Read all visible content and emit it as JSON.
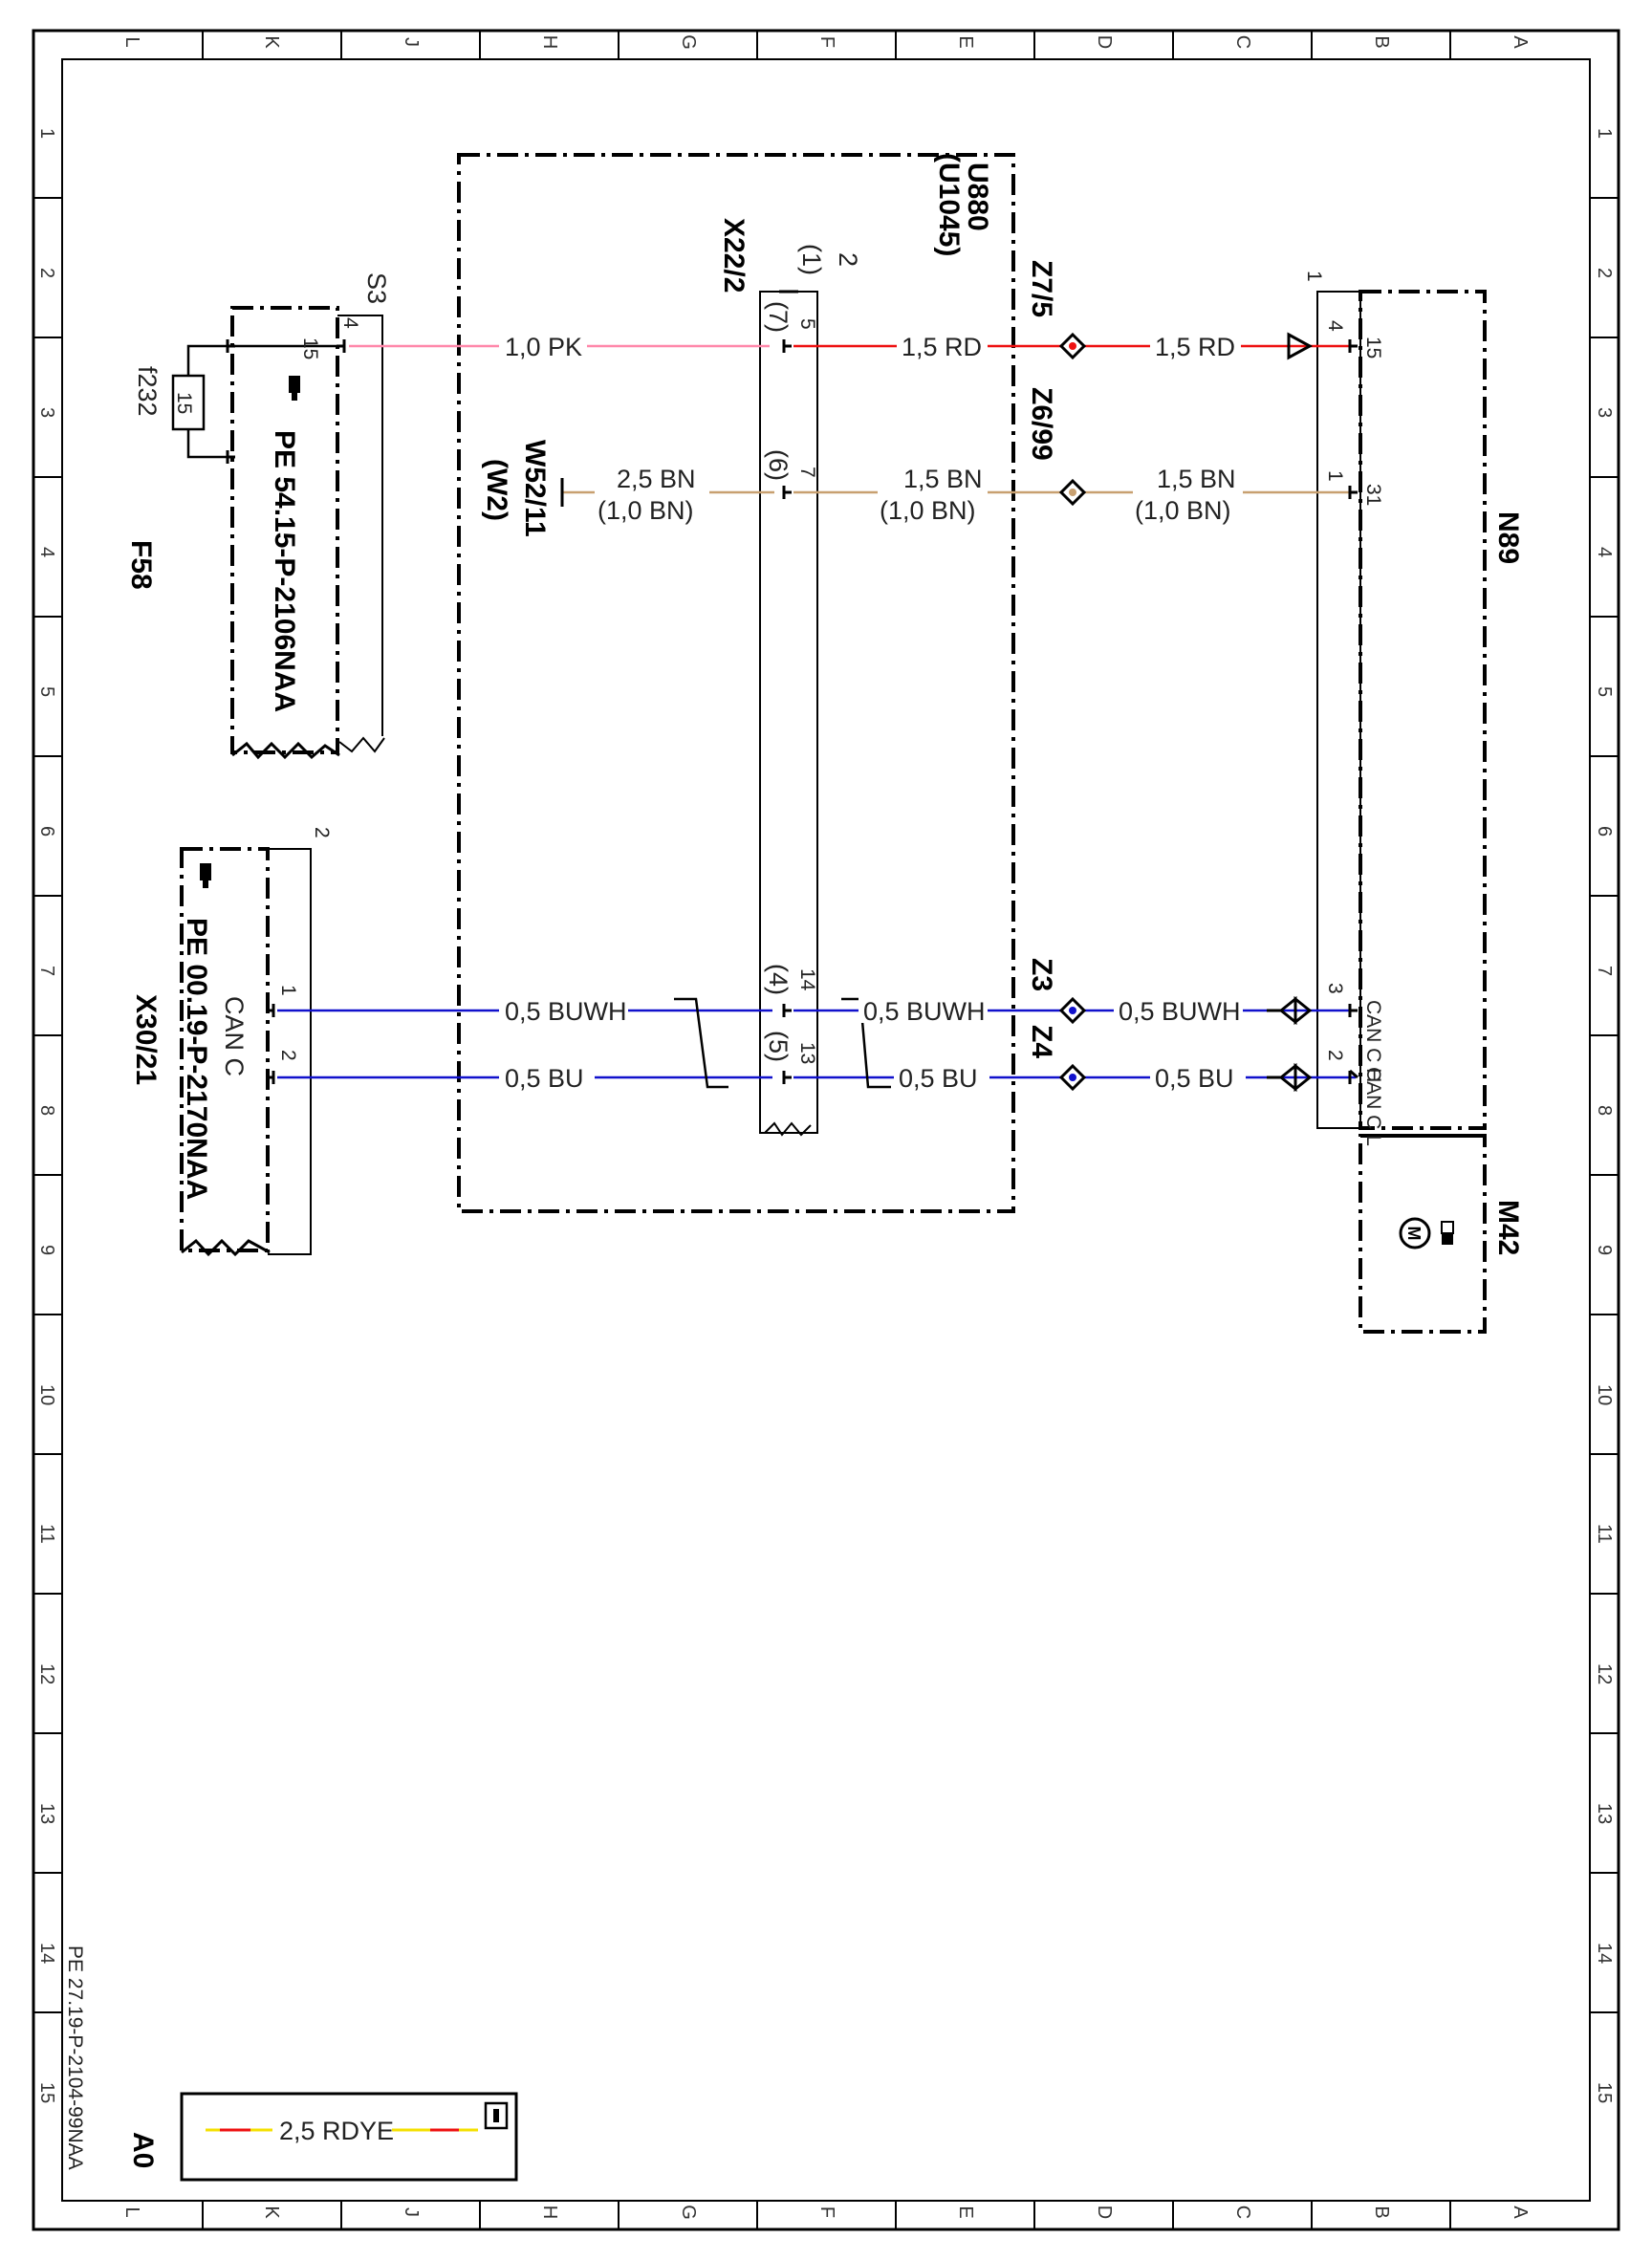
{
  "grid": {
    "columns": [
      "L",
      "K",
      "J",
      "H",
      "G",
      "F",
      "E",
      "D",
      "C",
      "B",
      "A"
    ],
    "rows": [
      "1",
      "2",
      "3",
      "4",
      "5",
      "6",
      "7",
      "8",
      "9",
      "10",
      "11",
      "12",
      "13",
      "14",
      "15"
    ]
  },
  "components": {
    "u880": "U880",
    "u1045": "(U1045)",
    "x22_2": "X22/2",
    "x22_pin2": "2",
    "x22_pin1": "(1)",
    "w52_11": "W52/11",
    "w2": "(W2)",
    "z7_5": "Z7/5",
    "z6_99": "Z6/99",
    "z3": "Z3",
    "z4": "Z4",
    "n89": "N89",
    "m42": "M42",
    "s3": "S3",
    "f232": "f232",
    "f58": "F58",
    "x30_21": "X30/21",
    "sheet_code": "PE 27.19-P-2104-99NAA",
    "a0": "A0"
  },
  "refs": {
    "pe_54": "PE 54.15-P-2106NAA",
    "pe_00": "PE 00.19-P-2170NAA",
    "can_c": "CAN C"
  },
  "pins": {
    "s3_4": "4",
    "s3_15": "15",
    "fuse_15": "15",
    "x22_5": "5",
    "x22_7p": "(7)",
    "x22_7": "7",
    "x22_6p": "(6)",
    "x22_14": "14",
    "x22_4p": "(4)",
    "x22_13": "13",
    "x22_5p": "(5)",
    "n89_4": "4",
    "n89_15": "15",
    "n89_1": "1",
    "n89_31": "31",
    "n89_3": "3",
    "n89_canh": "CAN C H",
    "n89_2": "2",
    "n89_canl": "CAN C L",
    "n89_top": "1",
    "x30_1": "1",
    "x30_2": "2",
    "x30_top": "2"
  },
  "wires": {
    "pk": "1,0 PK",
    "rd_a": "1,5 RD",
    "rd_b": "1,5 RD",
    "bn_a": "2,5 BN",
    "bn_a2": "(1,0 BN)",
    "bn_b": "1,5 BN",
    "bn_b2": "(1,0 BN)",
    "bn_c": "1,5 BN",
    "bn_c2": "(1,0 BN)",
    "buwh_a": "0,5 BUWH",
    "buwh_b": "0,5 BUWH",
    "buwh_c": "0,5 BUWH",
    "bu_a": "0,5 BU",
    "bu_b": "0,5 BU",
    "bu_c": "0,5 BU",
    "legend": "2,5 RDYE"
  },
  "colors": {
    "pk": "#ff88aa",
    "rd": "#ee1111",
    "bn": "#c8a070",
    "bu": "#1111cc",
    "ye": "#f5e000"
  },
  "icons": [
    "hand-pointer-icon",
    "motor-icon",
    "info-icon"
  ]
}
